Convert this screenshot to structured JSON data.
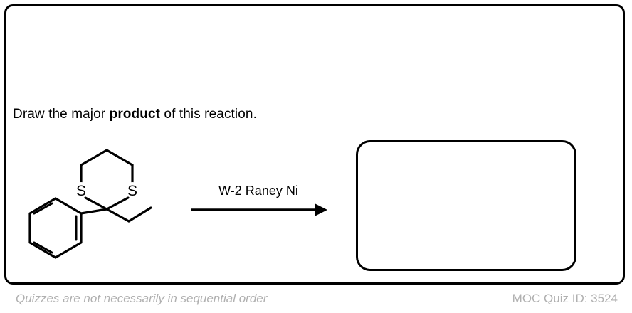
{
  "card": {
    "border_color": "#000000"
  },
  "prompt": {
    "before": "Draw the major ",
    "emphasis": "product",
    "after": " of this reaction."
  },
  "reaction": {
    "reagent_label": "W-2 Raney Ni",
    "arrow": "reaction-arrow-right",
    "reactant": {
      "name": "2-ethyl-2-phenyl-1,3-dithiane",
      "atom_labels": [
        "S",
        "S"
      ],
      "substituents": [
        "phenyl",
        "ethyl"
      ]
    },
    "answer_box": {
      "value": "",
      "placeholder": ""
    }
  },
  "footer": {
    "note": "Quizzes are not necessarily in sequential order",
    "quiz_id": "MOC Quiz ID: 3524",
    "text_color": "#b0b0b0"
  }
}
